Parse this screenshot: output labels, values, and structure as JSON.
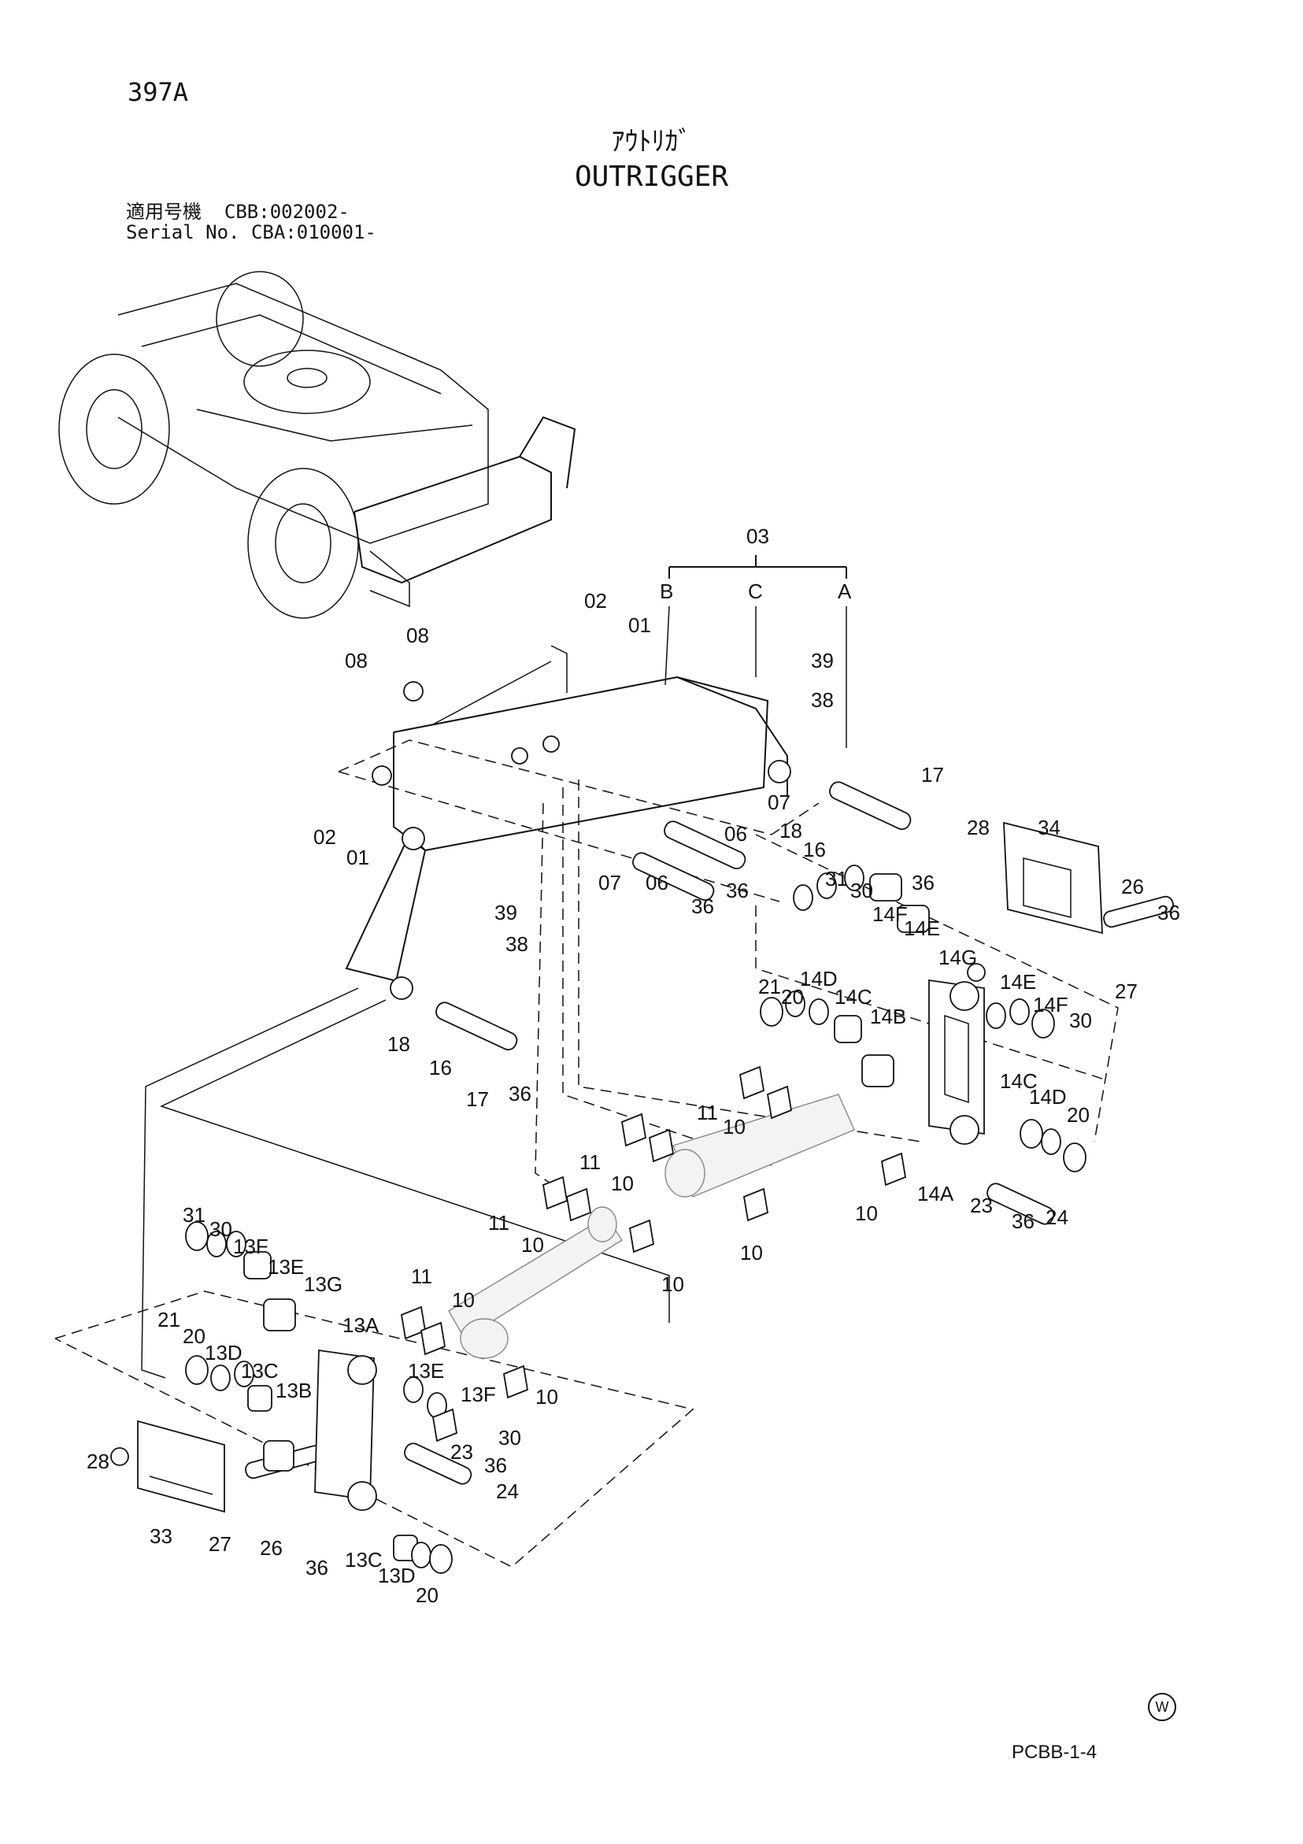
{
  "header": {
    "page_number": "397A",
    "title_jp": "ｱｳﾄﾘｶﾞ",
    "title_en": "OUTRIGGER",
    "serial_line1": "適用号機  CBB:002002-",
    "serial_line2": "Serial No. CBA:010001-"
  },
  "footer": {
    "code": "PCBB-1-4",
    "logo": "W"
  },
  "callouts": [
    "03",
    "B",
    "C",
    "A",
    "02",
    "01",
    "39",
    "38",
    "08",
    "08",
    "02",
    "01",
    "07",
    "18",
    "16",
    "17",
    "36",
    "06",
    "07",
    "06",
    "36",
    "36",
    "28",
    "34",
    "31",
    "30",
    "14F",
    "14E",
    "14G",
    "26",
    "36",
    "27",
    "21",
    "20",
    "14D",
    "14C",
    "14B",
    "14E",
    "14F",
    "30",
    "39",
    "38",
    "18",
    "16",
    "17",
    "36",
    "11",
    "10",
    "11",
    "10",
    "14A",
    "23",
    "36",
    "24",
    "14C",
    "14D",
    "20",
    "10",
    "10",
    "11",
    "10",
    "10",
    "31",
    "30",
    "13F",
    "13E",
    "13G",
    "11",
    "10",
    "21",
    "20",
    "13D",
    "13C",
    "13A",
    "13E",
    "10",
    "13B",
    "13F",
    "30",
    "23",
    "36",
    "24",
    "28",
    "33",
    "27",
    "26",
    "36",
    "13C",
    "13D",
    "20"
  ]
}
